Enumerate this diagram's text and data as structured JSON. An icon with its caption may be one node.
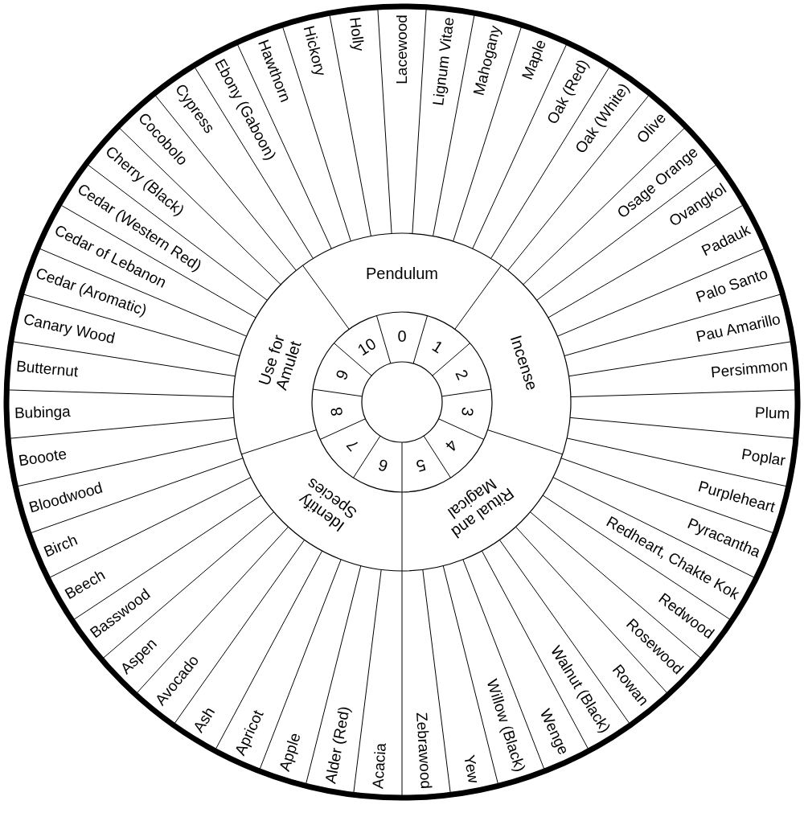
{
  "diagram": {
    "nodes": [
      {
        "text": [
          "Pendulum"
        ]
      },
      {
        "text": [
          "Incense"
        ]
      },
      {
        "text": [
          "Ritual and Magical"
        ]
      },
      {
        "text": [
          "Identify Species"
        ]
      },
      {
        "text": [
          "Use for Amulet"
        ]
      },
      {
        "text": [
          "0"
        ]
      },
      {
        "text": [
          "1"
        ]
      },
      {
        "text": [
          "2"
        ]
      },
      {
        "text": [
          "3"
        ]
      },
      {
        "text": [
          "4"
        ]
      },
      {
        "text": [
          "5"
        ]
      },
      {
        "text": [
          "6"
        ]
      },
      {
        "text": [
          "7"
        ]
      },
      {
        "text": [
          "8"
        ]
      },
      {
        "text": [
          "9"
        ]
      },
      {
        "text": [
          "10"
        ]
      },
      {
        "text": [
          "Acacia"
        ]
      },
      {
        "text": [
          "Alder (Red)"
        ]
      },
      {
        "text": [
          "Apple"
        ]
      },
      {
        "text": [
          "Apricot"
        ]
      },
      {
        "text": [
          "Ash"
        ]
      },
      {
        "text": [
          "Avocado"
        ]
      },
      {
        "text": [
          "Aspen"
        ]
      },
      {
        "text": [
          "Basswood"
        ]
      },
      {
        "text": [
          "Beech"
        ]
      },
      {
        "text": [
          "Birch"
        ]
      },
      {
        "text": [
          "Bloodwood"
        ]
      },
      {
        "text": [
          "Booote"
        ]
      },
      {
        "text": [
          "Bubinga"
        ]
      },
      {
        "text": [
          "Butternut"
        ]
      },
      {
        "text": [
          "Canary Wood"
        ]
      },
      {
        "text": [
          "Cedar (Aromatic)"
        ]
      },
      {
        "text": [
          "Cedar of Lebanon"
        ]
      },
      {
        "text": [
          "Cedar (Western Red)"
        ]
      },
      {
        "text": [
          "Cherry (Black)"
        ]
      },
      {
        "text": [
          "Cocobolo"
        ]
      },
      {
        "text": [
          "Cypress"
        ]
      },
      {
        "text": [
          "Ebony (Gaboon)"
        ]
      },
      {
        "text": [
          "Hawthorn"
        ]
      },
      {
        "text": [
          "Hickory"
        ]
      },
      {
        "text": [
          "Holly"
        ]
      },
      {
        "text": [
          "Lacewood"
        ]
      },
      {
        "text": [
          "Lignum Vitae"
        ]
      },
      {
        "text": [
          "Mahogany"
        ]
      },
      {
        "text": [
          "Maple"
        ]
      },
      {
        "text": [
          "Oak (Red)"
        ]
      },
      {
        "text": [
          "Oak (White)"
        ]
      },
      {
        "text": [
          "Olive"
        ]
      },
      {
        "text": [
          "Osage Orange"
        ]
      },
      {
        "text": [
          "Ovangkol"
        ]
      },
      {
        "text": [
          "Padauk"
        ]
      },
      {
        "text": [
          "Palo Santo"
        ]
      },
      {
        "text": [
          "Pau Amarillo"
        ]
      },
      {
        "text": [
          "Persimmon"
        ]
      },
      {
        "text": [
          "Plum"
        ]
      },
      {
        "text": [
          "Poplar"
        ]
      },
      {
        "text": [
          "Purpleheart"
        ]
      },
      {
        "text": [
          "Pyracantha"
        ]
      },
      {
        "text": [
          "Redheart, Chakte Kok"
        ]
      },
      {
        "text": [
          "Redwood"
        ]
      },
      {
        "text": [
          "Rosewood"
        ]
      },
      {
        "text": [
          "Rowan"
        ]
      },
      {
        "text": [
          "Walnut (Black)"
        ]
      },
      {
        "text": [
          "Wenge"
        ]
      },
      {
        "text": [
          "Willow (Black)"
        ]
      },
      {
        "text": [
          "Yew"
        ]
      },
      {
        "text": [
          "Zebrawood"
        ]
      }
    ]
  }
}
